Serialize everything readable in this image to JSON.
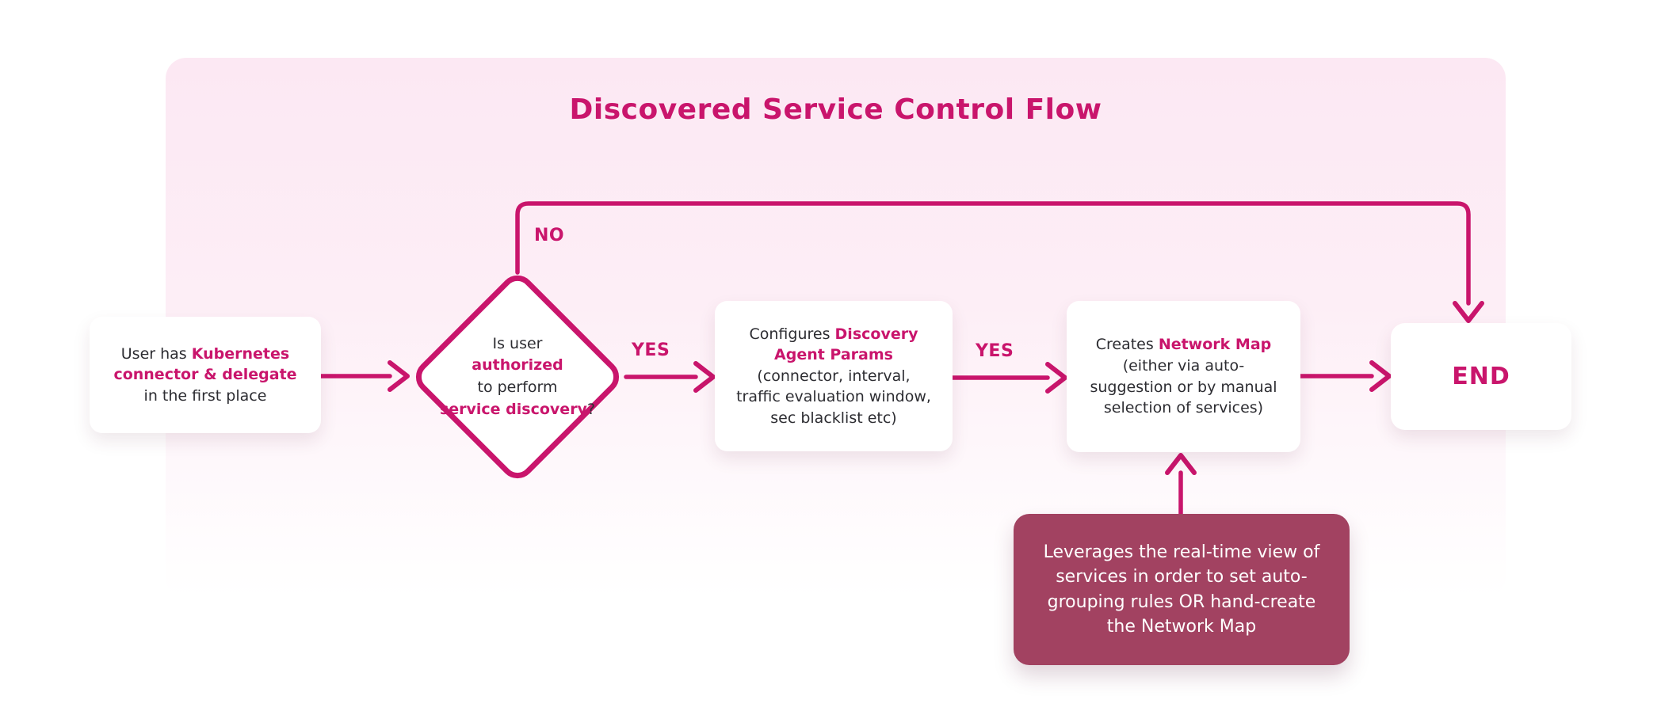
{
  "title": "Discovered Service Control Flow",
  "colors": {
    "accent": "#c9156c",
    "panel-top": "#fce8f3",
    "annotation-bg": "#a24261",
    "text-dark": "#2d2d32",
    "node-bg": "#ffffff"
  },
  "nodes": {
    "start": {
      "segments": [
        {
          "t": "User has ",
          "b": 0
        },
        {
          "t": "Kubernetes\nconnector & delegate",
          "b": 1
        },
        {
          "t": "\nin the first place",
          "b": 0
        }
      ]
    },
    "decision": {
      "segments": [
        {
          "t": "Is user\n",
          "b": 0
        },
        {
          "t": "authorized\n",
          "b": 1
        },
        {
          "t": "to perform\n",
          "b": 0
        },
        {
          "t": "service discovery",
          "b": 1
        },
        {
          "t": "?",
          "b": 0
        }
      ]
    },
    "configure": {
      "segments": [
        {
          "t": "Configures ",
          "b": 0
        },
        {
          "t": "Discovery\nAgent Params",
          "b": 1
        },
        {
          "t": "\n(connector, interval,\ntraffic evaluation window,\nsec blacklist etc)",
          "b": 0
        }
      ]
    },
    "network_map": {
      "segments": [
        {
          "t": "Creates ",
          "b": 0
        },
        {
          "t": "Network Map",
          "b": 1
        },
        {
          "t": "\n(either via auto-\nsuggestion or by manual\nselection of services)",
          "b": 0
        }
      ]
    },
    "end": {
      "label": "END"
    },
    "annotation": {
      "text": "Leverages the real-time view of\nservices in order to set auto-\ngrouping rules OR hand-create\nthe Network Map"
    }
  },
  "edges": {
    "no_label": "NO",
    "yes1_label": "YES",
    "yes2_label": "YES"
  }
}
